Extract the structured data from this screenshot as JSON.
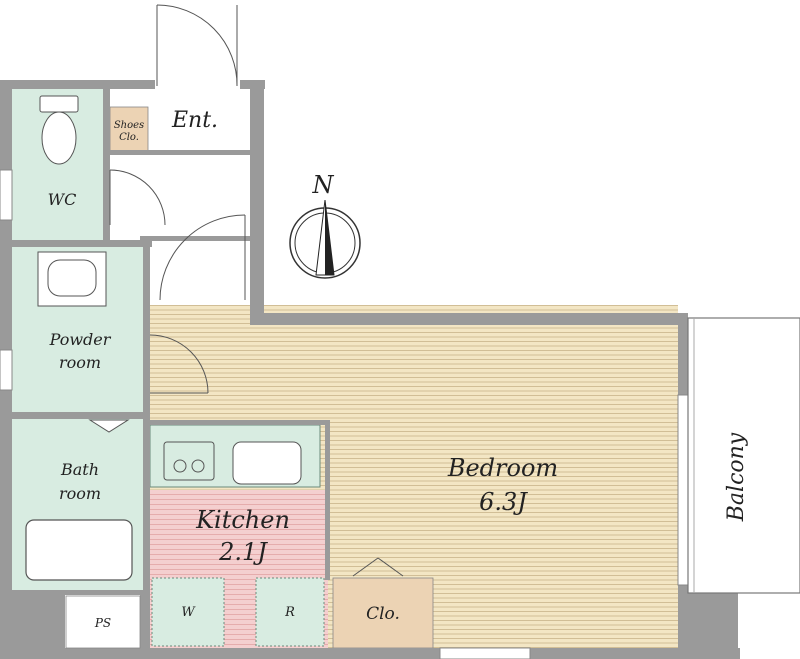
{
  "rooms": {
    "entrance": "Ent.",
    "shoes_closet_line1": "Shoes",
    "shoes_closet_line2": "Clo.",
    "wc": "WC",
    "powder_line1": "Powder",
    "powder_line2": "room",
    "bath_line1": "Bath",
    "bath_line2": "room",
    "kitchen_name": "Kitchen",
    "kitchen_size": "2.1J",
    "bedroom_name": "Bedroom",
    "bedroom_size": "6.3J",
    "closet": "Clo.",
    "balcony": "Balcony",
    "ps": "PS",
    "washer": "W",
    "refrigerator": "R"
  },
  "compass": {
    "label": "N"
  },
  "colors": {
    "wall": "#9a9a9a",
    "wet_area": "#d8ece1",
    "bedroom_floor": "#f3e6c4",
    "kitchen_floor": "#f4cfcf",
    "closet": "#ecd3b4"
  }
}
